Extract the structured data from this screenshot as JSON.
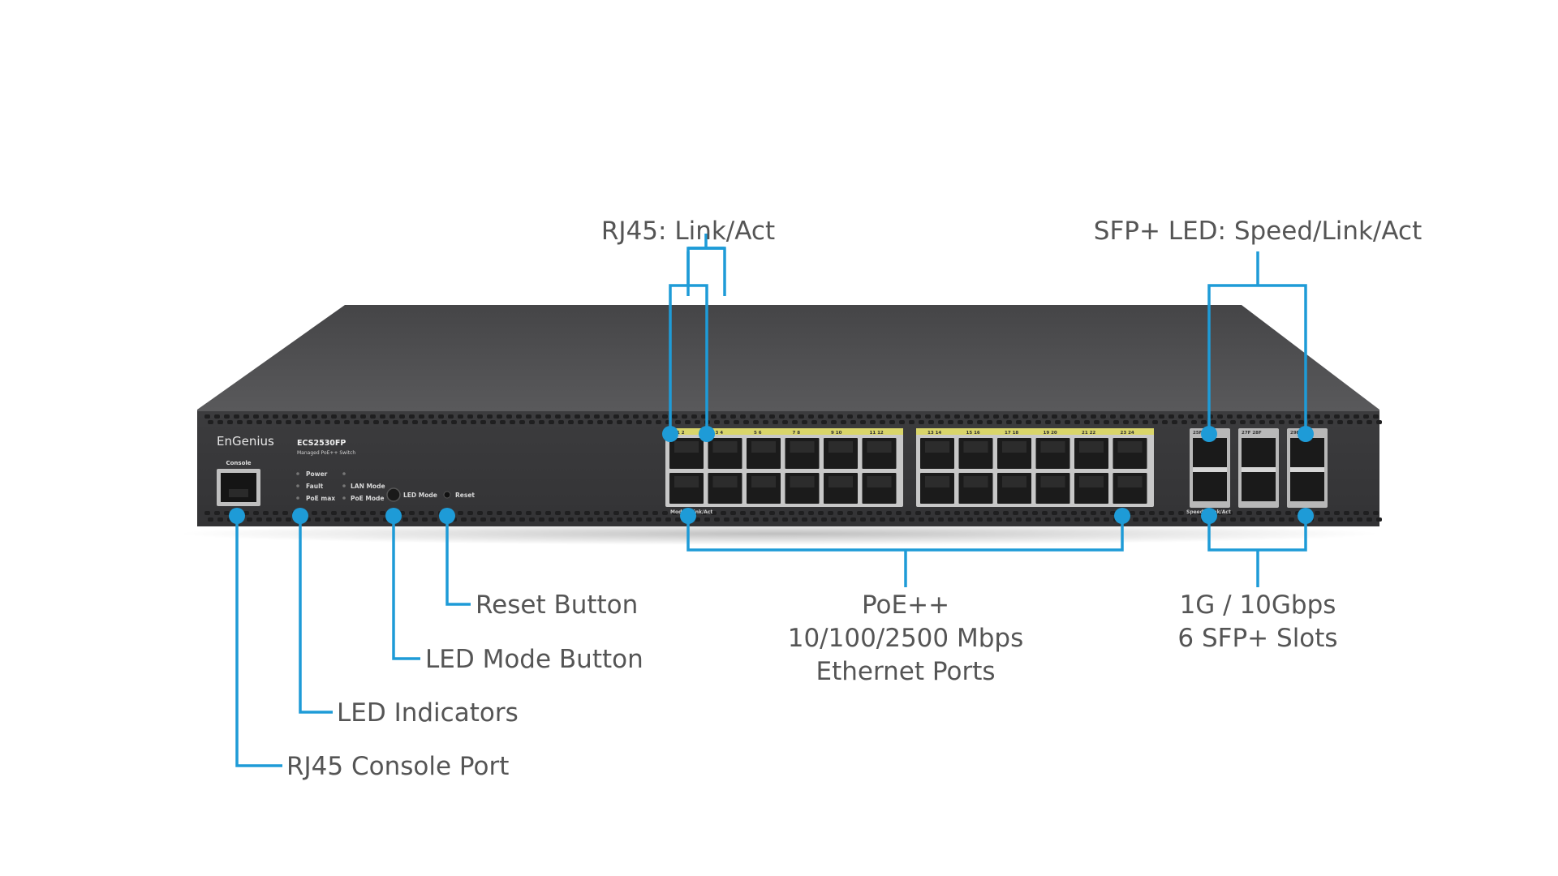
{
  "device": {
    "brand": "EnGenius",
    "model": "ECS2530FP",
    "subtitle": "Managed PoE++ Switch",
    "console_label": "Console",
    "led_labels": [
      "Power",
      "Fault",
      "PoE max",
      "LAN Mode",
      "PoE Mode"
    ],
    "led_mode_label": "LED Mode",
    "reset_label": "Reset",
    "rj45_port_labels_top": [
      "1",
      "2",
      "3",
      "4",
      "5",
      "6",
      "7",
      "8",
      "9",
      "10",
      "11",
      "12",
      "13",
      "14",
      "15",
      "16",
      "17",
      "18",
      "19",
      "20",
      "21",
      "22",
      "23",
      "24"
    ],
    "rj45_bottom_label": "Mode / Link/Act",
    "sfp_bottom_label": "Speed / Link/Act",
    "sfp_port_labels": [
      "25F",
      "26F",
      "27F",
      "28F",
      "29F",
      "30F"
    ]
  },
  "callouts": {
    "rj45_link": "RJ45: Link/Act",
    "sfp_led": "SFP+ LED: Speed/Link/Act",
    "reset_button": "Reset Button",
    "led_mode_button": "LED Mode Button",
    "led_indicators": "LED Indicators",
    "console_port": "RJ45 Console Port",
    "poe_line1": "PoE++",
    "poe_line2": "10/100/2500 Mbps",
    "poe_line3": "Ethernet Ports",
    "sfp_line1": "1G / 10Gbps",
    "sfp_line2": "6 SFP+ Slots"
  },
  "colors": {
    "accent": "#1e9bd7",
    "chassis_front": "#3a3a3c",
    "chassis_top": "#4b4b4d",
    "text": "#555555"
  }
}
